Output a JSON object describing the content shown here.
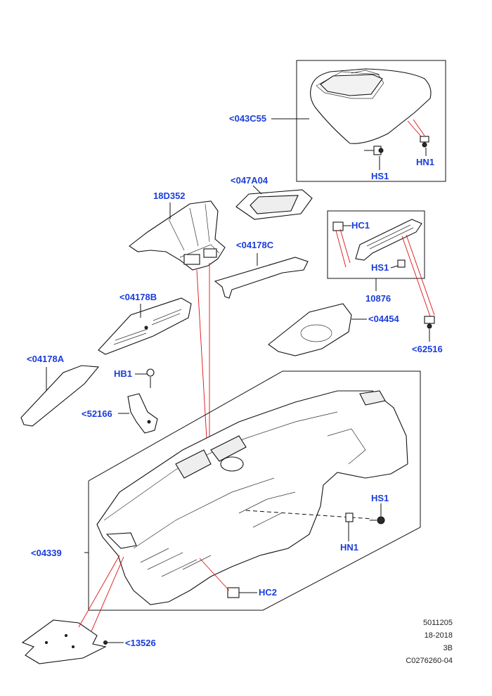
{
  "callouts": {
    "c043C55": "<043C55",
    "hn1_top": "HN1",
    "hs1_top": "HS1",
    "c047A04": "<047A04",
    "c18D352": "18D352",
    "hc1": "HC1",
    "hs1_mid": "HS1",
    "c04178C": "<04178C",
    "c10876": "10876",
    "c04178B": "<04178B",
    "c04454": "<04454",
    "c62516": "<62516",
    "c04178A": "<04178A",
    "hb1": "HB1",
    "c52166": "<52166",
    "hs1_low": "HS1",
    "hn1_low": "HN1",
    "c04339": "<04339",
    "hc2": "HC2",
    "c13526": "<13526"
  },
  "meta": {
    "line1": "5011205",
    "line2": "18-2018",
    "line3": "3B",
    "line4": "C0276260-04"
  },
  "colors": {
    "label": "#1a3ddb",
    "leader_red": "#d11111",
    "outline": "#111111"
  }
}
